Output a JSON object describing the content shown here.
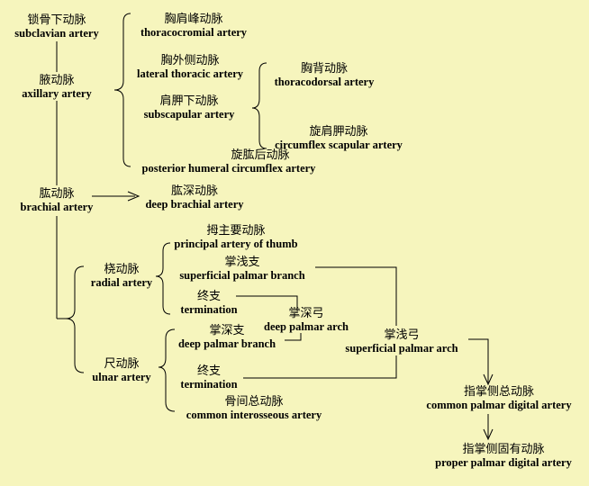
{
  "nodes": {
    "subclavian": {
      "cn": "锁骨下动脉",
      "en": "subclavian artery"
    },
    "axillary": {
      "cn": "腋动脉",
      "en": "axillary artery"
    },
    "thoracoacromial": {
      "cn": "胸肩峰动脉",
      "en": "thoracocromial artery"
    },
    "lateral_thoracic": {
      "cn": "胸外侧动脉",
      "en": "lateral thoracic artery"
    },
    "subscapular": {
      "cn": "肩胛下动脉",
      "en": "subscapular artery"
    },
    "thoracodorsal": {
      "cn": "胸背动脉",
      "en": "thoracodorsal artery"
    },
    "circumflex_scapular": {
      "cn": "旋肩胛动脉",
      "en": "circumflex scapular artery"
    },
    "posterior_humeral": {
      "cn": "旋肱后动脉",
      "en": "posterior humeral circumflex artery"
    },
    "brachial": {
      "cn": "肱动脉",
      "en": "brachial artery"
    },
    "deep_brachial": {
      "cn": "肱深动脉",
      "en": "deep brachial artery"
    },
    "principal_thumb": {
      "cn": "拇主要动脉",
      "en": "principal artery of thumb"
    },
    "radial": {
      "cn": "桡动脉",
      "en": "radial artery"
    },
    "superficial_palmar_branch": {
      "cn": "掌浅支",
      "en": "superficial palmar branch"
    },
    "radial_termination": {
      "cn": "终支",
      "en": "termination"
    },
    "deep_palmar_arch": {
      "cn": "掌深弓",
      "en": "deep palmar arch"
    },
    "deep_palmar_branch": {
      "cn": "掌深支",
      "en": "deep palmar branch"
    },
    "superficial_palmar_arch": {
      "cn": "掌浅弓",
      "en": "superficial palmar arch"
    },
    "ulnar": {
      "cn": "尺动脉",
      "en": "ulnar artery"
    },
    "ulnar_termination": {
      "cn": "终支",
      "en": "termination"
    },
    "common_interosseous": {
      "cn": "骨间总动脉",
      "en": "common interosseous artery"
    },
    "common_palmar_digital": {
      "cn": "指掌侧总动脉",
      "en": "common palmar digital artery"
    },
    "proper_palmar_digital": {
      "cn": "指掌侧固有动脉",
      "en": "proper palmar digital artery"
    }
  },
  "colors": {
    "background": "#f6f5bd",
    "line": "#000000",
    "text": "#000000"
  }
}
